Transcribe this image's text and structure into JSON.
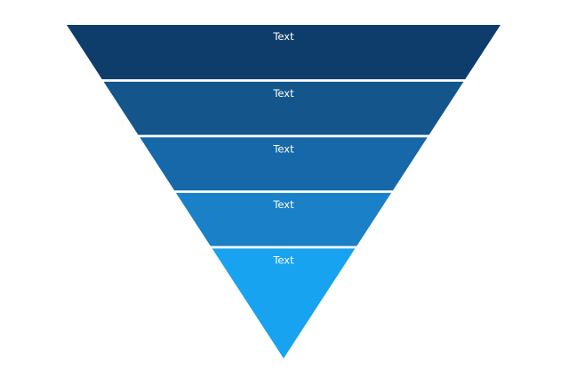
{
  "colors": {
    "background": "#ffffff",
    "label_text": "#ffffff",
    "separator": "#ffffff"
  },
  "diagram": {
    "type": "inverted-pyramid-funnel",
    "direction": "point-down",
    "level_count": 5,
    "levels": [
      {
        "label": "Text",
        "color": "#0e3d6c"
      },
      {
        "label": "Text",
        "color": "#14568c"
      },
      {
        "label": "Text",
        "color": "#1668a9"
      },
      {
        "label": "Text",
        "color": "#1a80c7"
      },
      {
        "label": "Text",
        "color": "#18a3f0"
      }
    ]
  }
}
